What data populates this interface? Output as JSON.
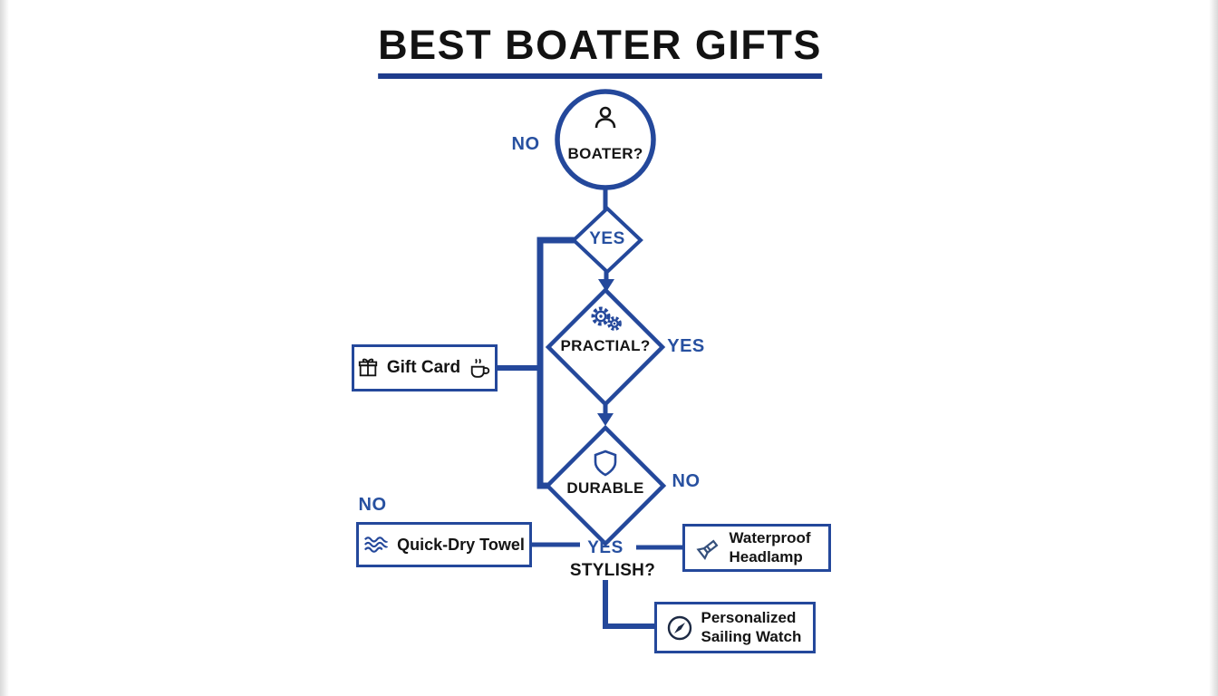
{
  "title": "BEST BOATER GIFTS",
  "nodes": {
    "boater": "BOATER?",
    "practical": "PRACTIAL?",
    "durable": "DURABLE",
    "stylish": "STYLISH?"
  },
  "edge_labels": {
    "no_boater": "NO",
    "yes_boater": "YES",
    "yes_practical": "YES",
    "no_durable": "NO",
    "no_quick_dry": "NO",
    "yes_durable": "YES"
  },
  "gifts": {
    "gift_card": "Gift Card",
    "quick_dry_towel": "Quick-Dry Towel",
    "waterproof_headlamp": "Waterproof Headlamp",
    "personalized_sailing_watch": "Personalized Sailing Watch"
  },
  "icons": {
    "boater": "person-icon",
    "practical": "gears-icon",
    "durable": "shield-icon",
    "gift_card_left": "gift-icon",
    "gift_card_right": "coffee-cup-icon",
    "quick_dry_towel": "wave-icon",
    "waterproof_headlamp": "flashlight-icon",
    "personalized_sailing_watch": "compass-icon"
  },
  "colors": {
    "primary": "#24489b",
    "label_blue": "#2750a0",
    "underline": "#1e3c8c",
    "text": "#141414"
  }
}
